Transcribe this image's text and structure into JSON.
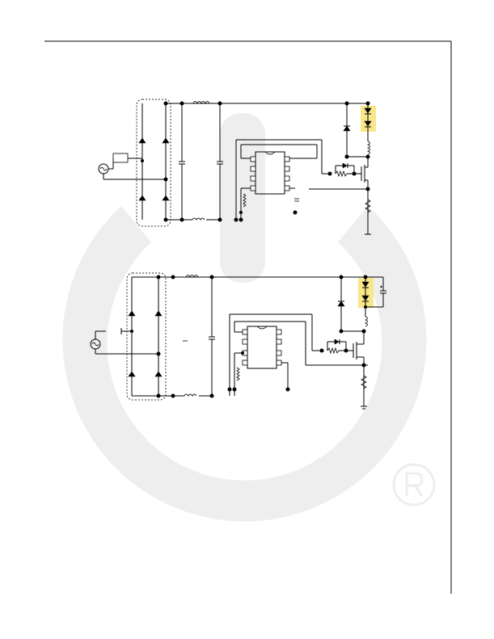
{
  "page": {
    "background": "#ffffff",
    "ink": "#000000"
  },
  "watermark": {
    "icon": "power-symbol-icon",
    "mark_icon": "registered-mark-icon",
    "color": "#eeeeee"
  },
  "schematics": [
    {
      "id": "top",
      "components": [
        "bridge-rectifier",
        "inductor",
        "capacitor",
        "controller-ic",
        "mosfet",
        "led-string",
        "diode",
        "sense-resistor"
      ],
      "led_highlight_color": "#f7e78a"
    },
    {
      "id": "bottom",
      "components": [
        "bridge-rectifier",
        "inductor",
        "capacitor",
        "controller-ic",
        "mosfet",
        "led-string",
        "diode",
        "sense-resistor"
      ],
      "led_highlight_color": "#f7e78a"
    }
  ]
}
